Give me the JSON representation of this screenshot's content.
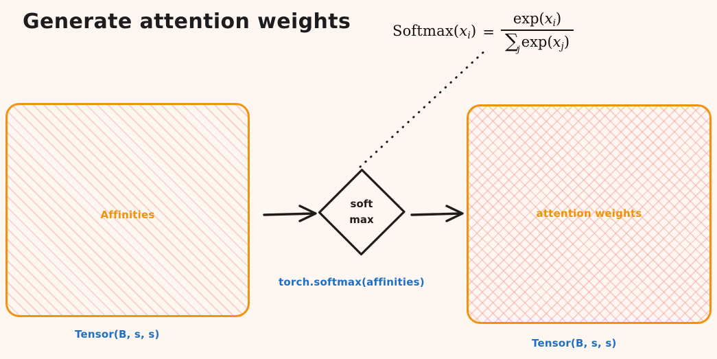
{
  "page": {
    "title": "Generate attention weights",
    "background_color": "#fdf6f1"
  },
  "formula": {
    "name": "softmax-definition",
    "lhs_function": "Softmax",
    "lhs_arg": "x",
    "lhs_arg_sub": "i",
    "equals": "=",
    "numerator_fn": "exp",
    "numerator_arg": "x",
    "numerator_sub": "i",
    "sum_symbol": "∑",
    "sum_index": "j",
    "denominator_fn": "exp",
    "denominator_arg": "x",
    "denominator_sub": "j",
    "plain_text": "Softmax(x_i) = exp(x_i) / Σ_j exp(x_j)"
  },
  "nodes": {
    "input_tensor": {
      "label": "Affinities",
      "caption": "Tensor(B, s, s)",
      "border_color": "#f3930d",
      "label_color": "#f0920a",
      "hatch_color": "#f5968c",
      "hatch_style": "diagonal"
    },
    "operation": {
      "label_line1": "soft",
      "label_line2": "max",
      "caption": "torch.softmax(affinities)",
      "caption_color": "#1f6fc4",
      "shape": "diamond"
    },
    "output_tensor": {
      "label": "attention weights",
      "caption": "Tensor(B, s, s)",
      "border_color": "#f3930d",
      "label_color": "#f0920a",
      "hatch_color": "#f5968c",
      "hatch_style": "cross-hatch"
    }
  },
  "connectors": {
    "arrow_in": "arrow-affinities-to-softmax",
    "arrow_out": "arrow-softmax-to-attention",
    "dotted_leader": "dotted-line-softmax-to-formula"
  }
}
